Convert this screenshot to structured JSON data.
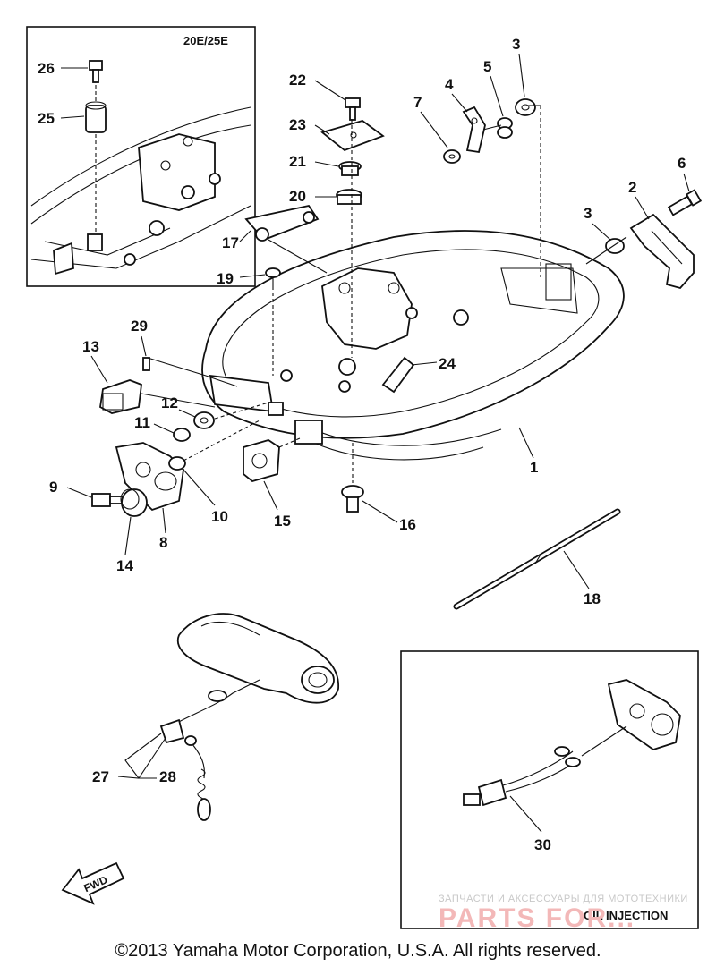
{
  "callouts": [
    "1",
    "2",
    "3",
    "4",
    "5",
    "6",
    "7",
    "8",
    "9",
    "10",
    "11",
    "12",
    "13",
    "14",
    "15",
    "16",
    "17",
    "18",
    "19",
    "20",
    "21",
    "22",
    "23",
    "24",
    "25",
    "26",
    "27",
    "28",
    "29",
    "30"
  ],
  "inset_top": {
    "title": "20E/25E"
  },
  "inset_bottom": {
    "title": "OIL INJECTION"
  },
  "fwd_label": "FWD",
  "watermark": {
    "subtitle": "ЗАПЧАСТИ И АКСЕССУАРЫ ДЛЯ МОТОТЕХНИКИ",
    "brand": "PARTS FOR..."
  },
  "copyright": "©2013 Yamaha Motor Corporation, U.S.A. All rights reserved."
}
